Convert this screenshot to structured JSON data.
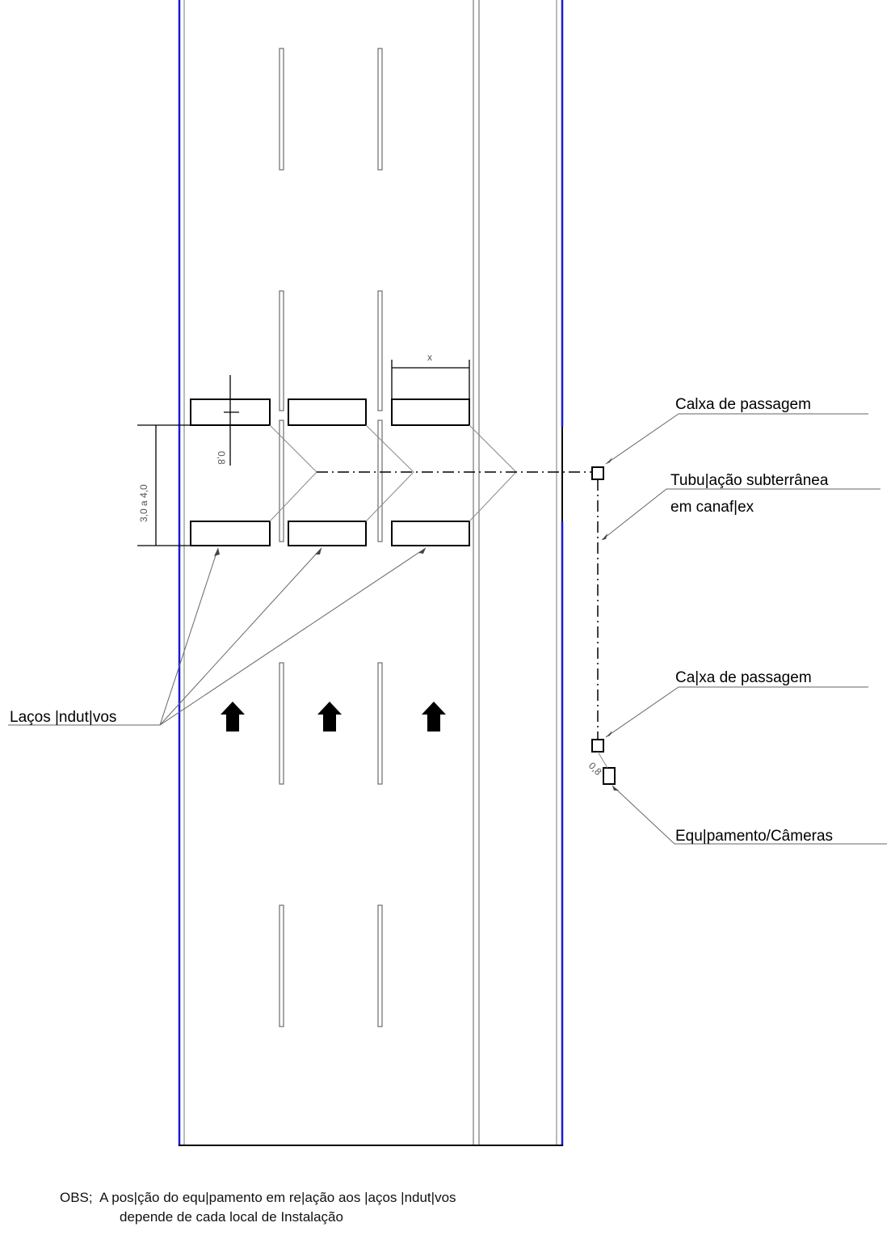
{
  "labels": {
    "caixa_top": "Calxa de passagem",
    "tubulacao_l1": "Tubu|ação subterrânea",
    "tubulacao_l2": "em canaf|ex",
    "caixa_bottom": "Ca|xa de passagem",
    "equipamento": "Equ|pamento/Câmeras",
    "lacos": "Laços |ndut|vos"
  },
  "dimensions": {
    "width_x": "x",
    "loop_length": "0,8",
    "spacing": "3,0 a 4,0",
    "small": "0,8"
  },
  "note": {
    "prefix": "OBS;",
    "line1": "A pos|ção do equ|pamento em re|ação aos |aços |ndut|vos",
    "line2": "depende de cada local de Instalação"
  },
  "colors": {
    "road_edge": "#1a1ad0",
    "lines": "#000000",
    "lane_marks": "#888888",
    "leaders": "#666666"
  }
}
